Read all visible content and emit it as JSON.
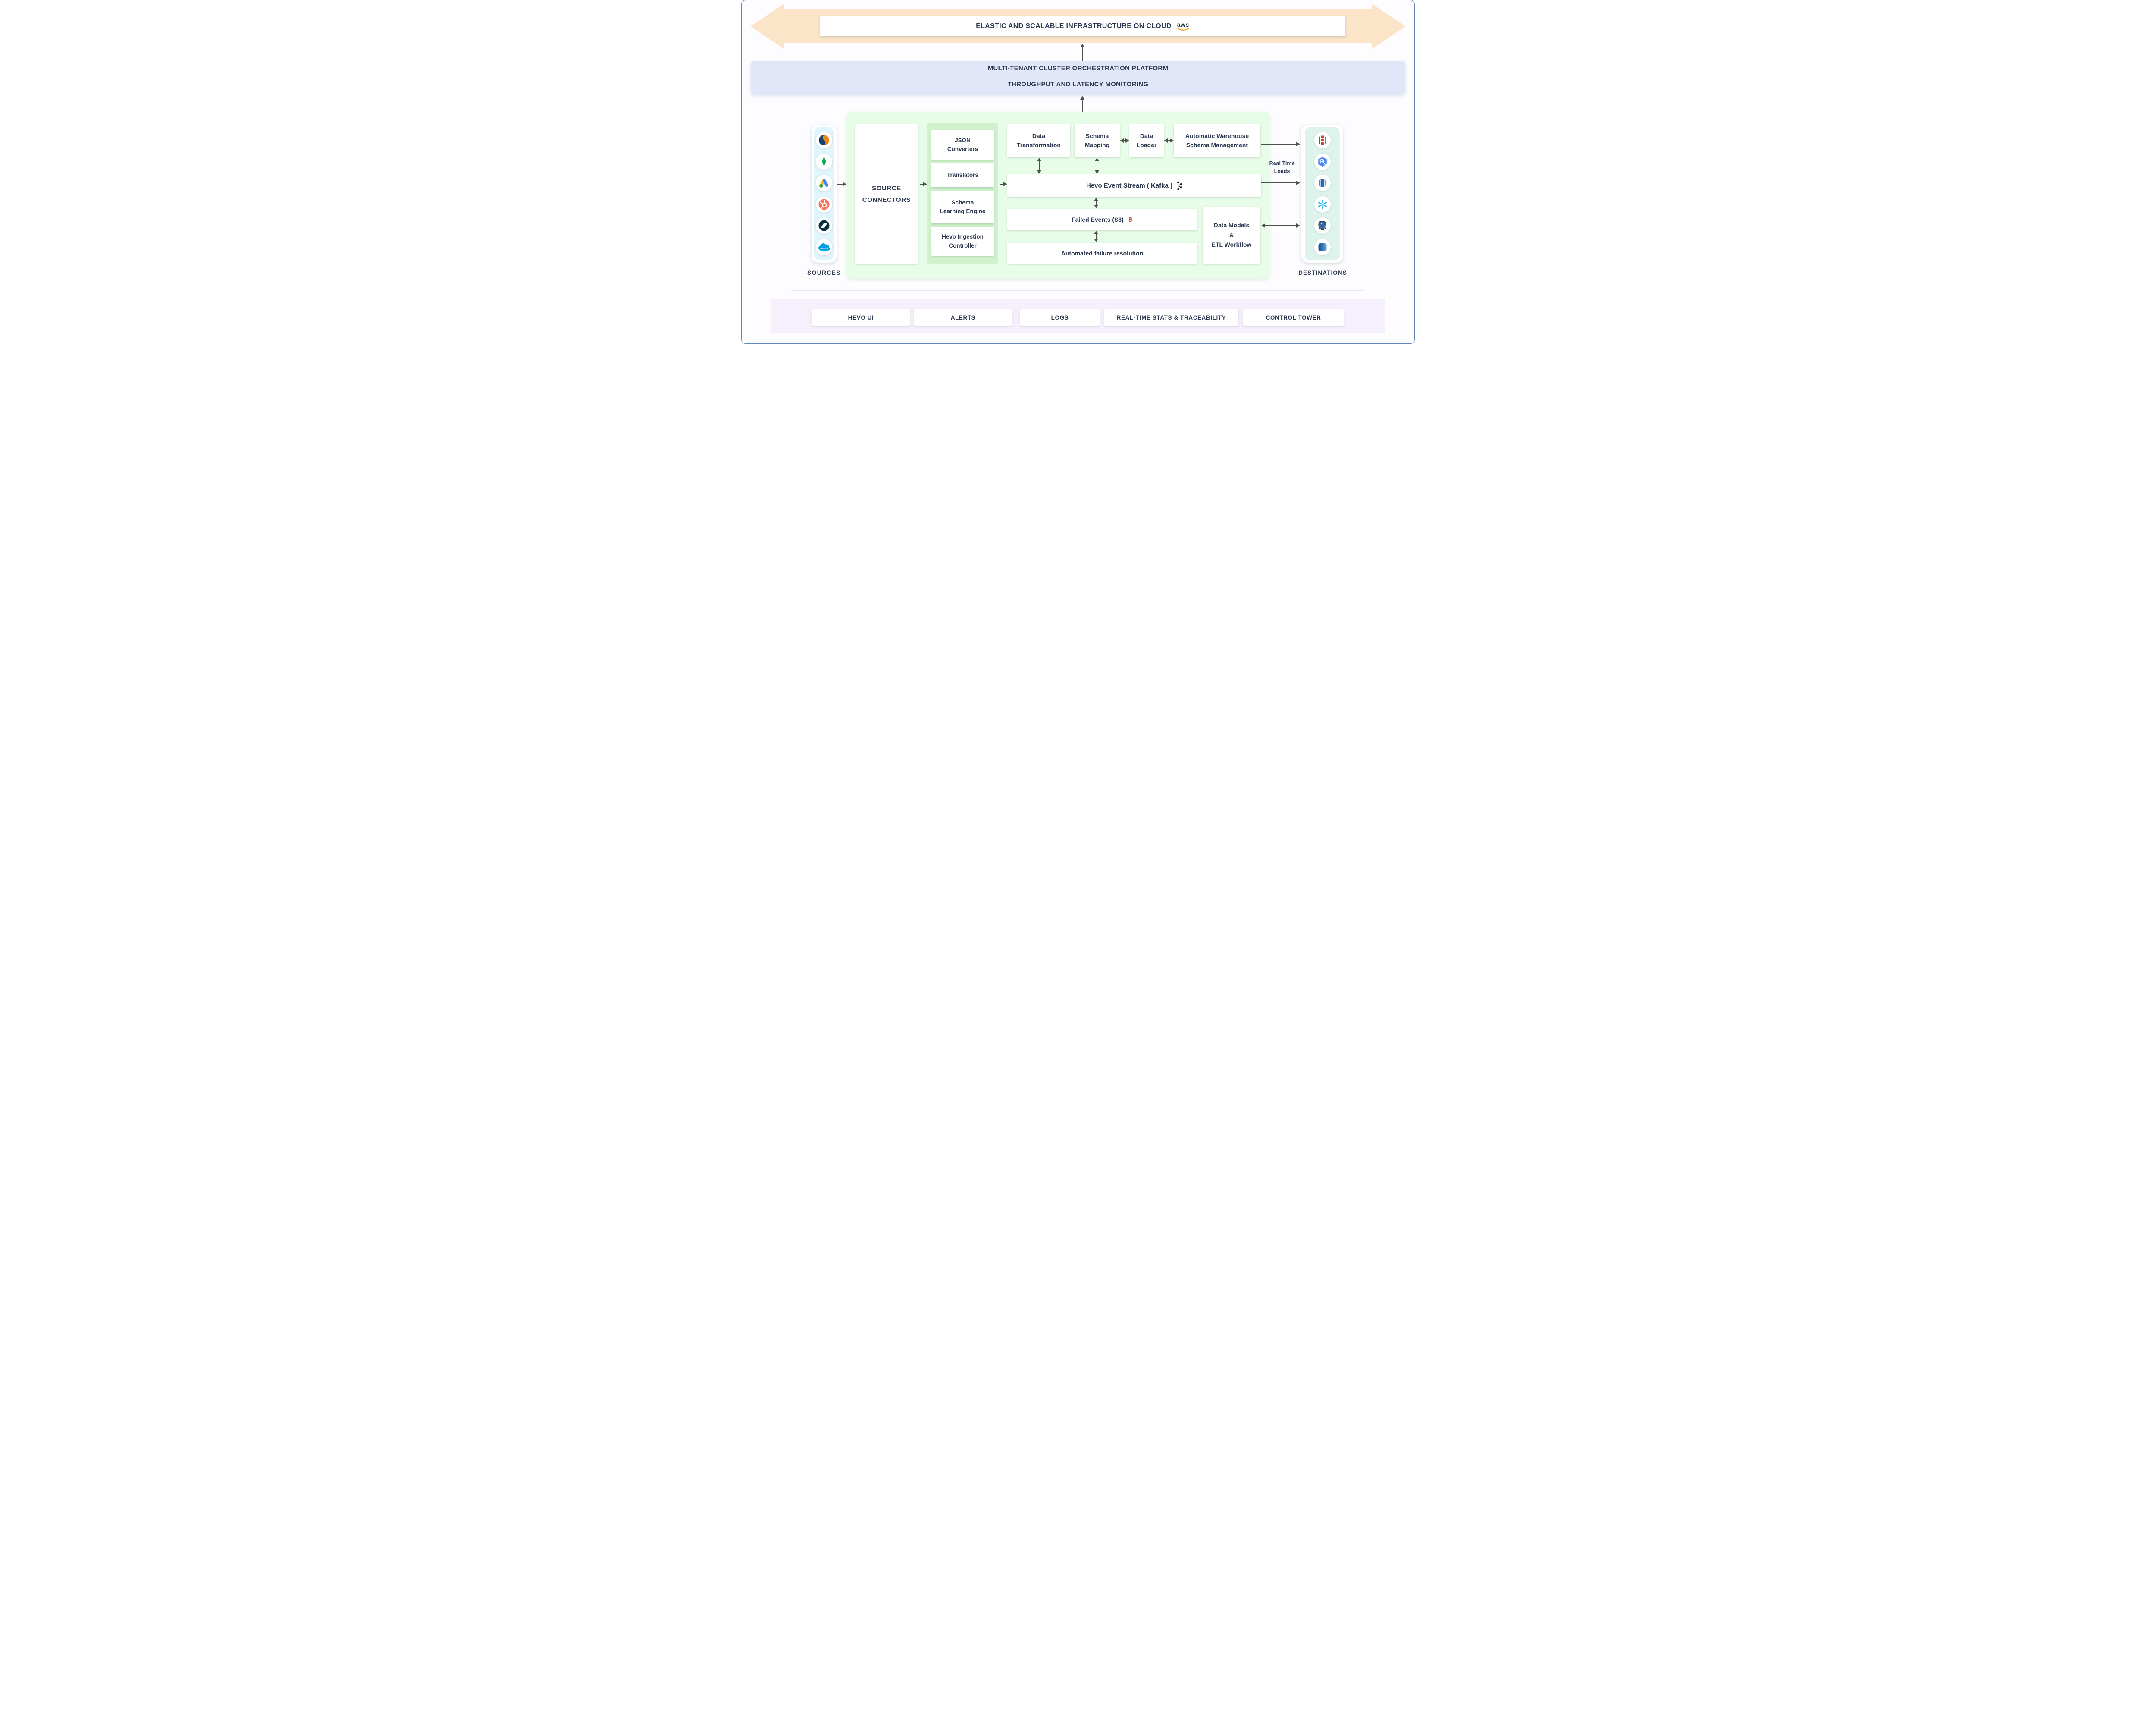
{
  "banner": {
    "title": "ELASTIC AND SCALABLE INFRASTRUCTURE ON CLOUD",
    "aws_label": "aws"
  },
  "platform_bar": {
    "line1": "MULTI-TENANT CLUSTER ORCHESTRATION PLATFORM",
    "line2": "THROUGHPUT AND LATENCY MONITORING"
  },
  "sources": {
    "label": "SOURCES",
    "icons": [
      "mysql",
      "mongodb",
      "google-ads",
      "hubspot",
      "zendesk",
      "salesforce"
    ]
  },
  "destinations": {
    "label": "DESTINATIONS",
    "icons": [
      "amazon-s3",
      "google-bigquery",
      "amazon-redshift",
      "snowflake",
      "postgresql",
      "amazon-aurora"
    ]
  },
  "pipeline": {
    "source_connectors": {
      "lines": [
        "SOURCE",
        "CONNECTORS"
      ]
    },
    "ingestion": [
      {
        "lines": [
          "JSON",
          "Converters"
        ]
      },
      {
        "lines": [
          "Translators"
        ]
      },
      {
        "lines": [
          "Schema",
          "Learning Engine"
        ]
      },
      {
        "lines": [
          "Hevo Ingestion",
          "Controller"
        ]
      }
    ],
    "top_row": [
      {
        "lines": [
          "Data",
          "Transformation"
        ]
      },
      {
        "lines": [
          "Schema",
          "Mapping"
        ]
      },
      {
        "lines": [
          "Data",
          "Loader"
        ]
      },
      {
        "lines": [
          "Automatic Warehouse",
          "Schema Management"
        ]
      }
    ],
    "event_stream": "Hevo Event Stream ( Kafka )",
    "failed_events": "Failed Events (S3)",
    "failure_resolution": "Automated failure resolution",
    "data_models": {
      "lines": [
        "Data Models",
        "&",
        "ETL Workflow"
      ]
    },
    "real_time_loads": "Real Time Loads"
  },
  "footer": {
    "items": [
      "HEVO UI",
      "ALERTS",
      "LOGS",
      "REAL-TIME STATS & TRACEABILITY",
      "CONTROL TOWER"
    ]
  },
  "colors": {
    "banner_peach": "#fbe4c7",
    "platform_lavender": "#e2e6f9",
    "panel_green": "#e8fde8",
    "subpanel_green": "#cff2cd",
    "sources_cyan": "#e1f5fc",
    "destinations_mint": "#ddf3ec",
    "footer_band": "#f6f0fc",
    "text_navy": "#2c3850",
    "arrow_gray": "#4f4f4f",
    "aws_orange": "#f7981d"
  }
}
